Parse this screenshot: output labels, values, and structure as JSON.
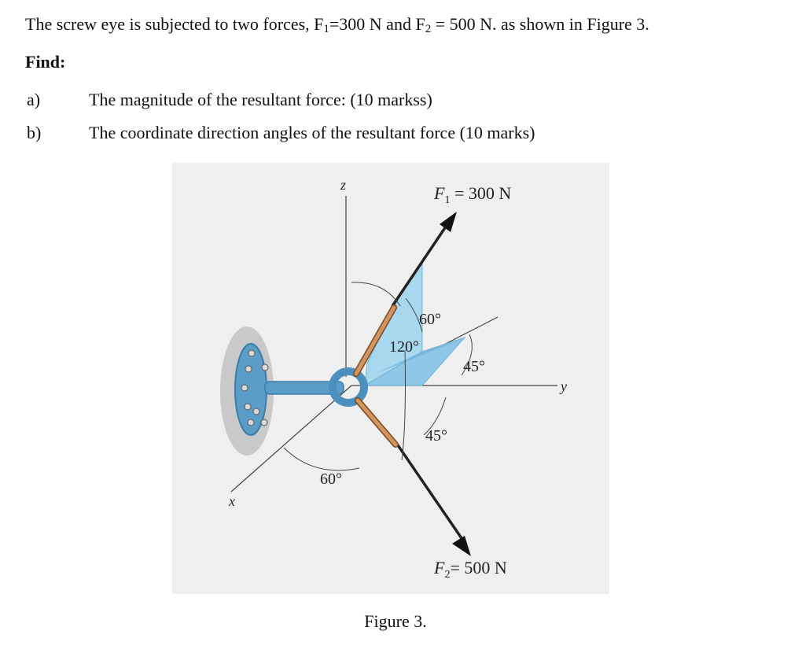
{
  "problem": {
    "intro_part1": "The screw eye is subjected to two forces, F",
    "intro_sub1": "1",
    "intro_part2": "=300 N and F",
    "intro_sub2": "2",
    "intro_part3": " = 500 N. as shown in Figure 3.",
    "find_label": "Find:",
    "items": [
      {
        "letter": "a)",
        "text": "The magnitude of the resultant force:  (10 markss)"
      },
      {
        "letter": "b)",
        "text": "The coordinate direction angles of the resultant force (10 marks)"
      }
    ]
  },
  "figure": {
    "caption": "Figure 3.",
    "axis_z": "z",
    "axis_x": "x",
    "axis_y": "y",
    "f1_label": "F",
    "f1_sub": "1",
    "f1_value": " = 300 N",
    "f2_label": "F",
    "f2_sub": "2",
    "f2_value": "= 500 N",
    "angle_60_top": "60°",
    "angle_120": "120°",
    "angle_45_upper": "45°",
    "angle_45_lower": "45°",
    "angle_60_bottom": "60°",
    "colors": {
      "plane": "#a8d8ee",
      "wall_plate": "#5b9dc7",
      "rod": "#c8874e",
      "background": "#efefef"
    }
  }
}
